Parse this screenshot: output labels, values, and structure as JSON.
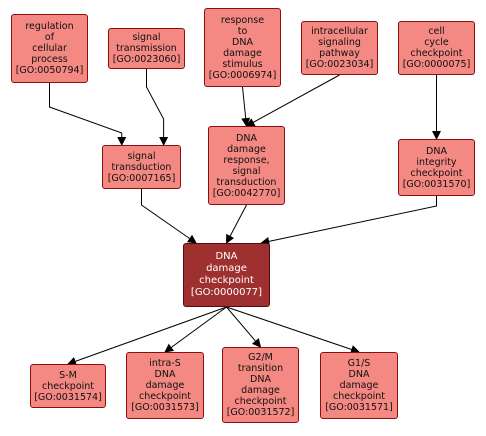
{
  "nodes": {
    "regulation": "regulation\nof\ncellular\nprocess\n[GO:0050794]",
    "signal_trans": "signal\ntransmission\n[GO:0023060]",
    "response": "response\nto\nDNA\ndamage\nstimulus\n[GO:0006974]",
    "intracell": "intracellular\nsignaling\npathway\n[GO:0023034]",
    "cellcycle": "cell\ncycle\ncheckpoint\n[GO:0000075]",
    "signal": "signal\ntransduction\n[GO:0007165]",
    "damage_resp": "DNA\ndamage\nresponse,\nsignal\ntransduction\n[GO:0042770]",
    "integrity": "DNA\nintegrity\ncheckpoint\n[GO:0031570]",
    "checkpoint": "DNA\ndamage\ncheckpoint\n[GO:0000077]",
    "sm": "S-M\ncheckpoint\n[GO:0031574]",
    "intras": "intra-S\nDNA\ndamage\ncheckpoint\n[GO:0031573]",
    "g2m": "G2/M\ntransition\nDNA\ndamage\ncheckpoint\n[GO:0031572]",
    "g1s": "G1/S\nDNA\ndamage\ncheckpoint\n[GO:0031571]"
  },
  "edges": [
    [
      "regulation",
      "signal"
    ],
    [
      "signal_trans",
      "signal"
    ],
    [
      "response",
      "damage_resp"
    ],
    [
      "intracell",
      "damage_resp"
    ],
    [
      "cellcycle",
      "integrity"
    ],
    [
      "signal",
      "checkpoint"
    ],
    [
      "damage_resp",
      "checkpoint"
    ],
    [
      "integrity",
      "checkpoint"
    ],
    [
      "checkpoint",
      "sm"
    ],
    [
      "checkpoint",
      "intras"
    ],
    [
      "checkpoint",
      "g2m"
    ],
    [
      "checkpoint",
      "g1s"
    ]
  ],
  "colors": {
    "node_fill": "#f48883",
    "node_border": "#8a1010",
    "focus_fill": "#9f3030",
    "edge": "#000000"
  }
}
